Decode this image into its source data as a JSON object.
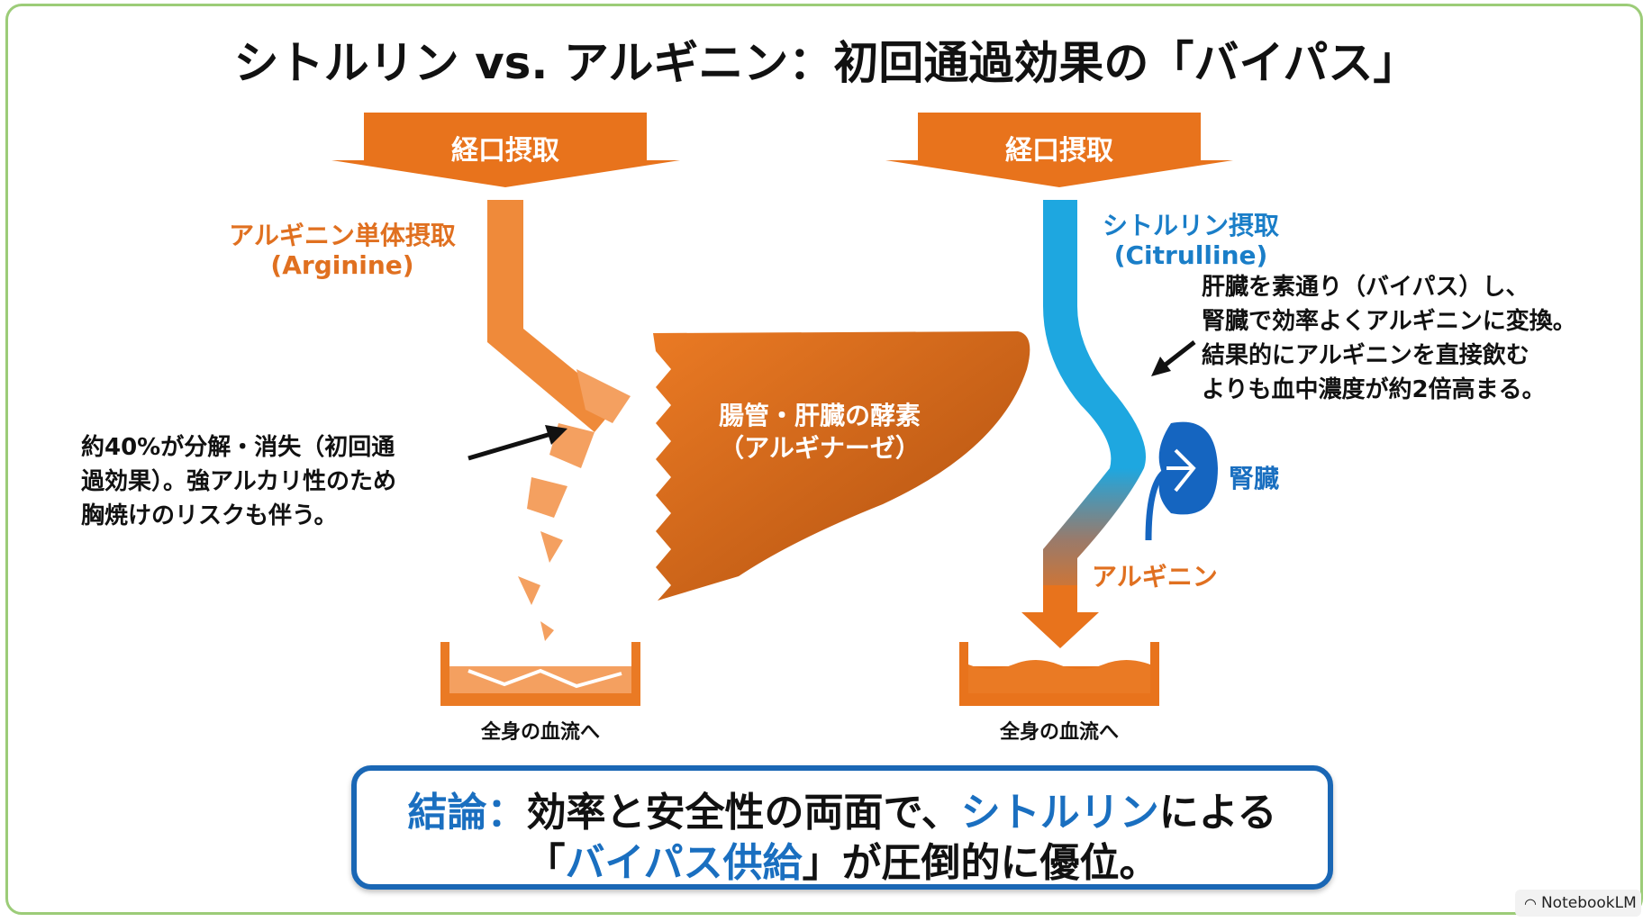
{
  "title": "シトルリン vs. アルギニン：初回通過効果の「バイパス」",
  "left": {
    "header": "経口摂取",
    "label": "アルギニン単体摂取",
    "label_en": "(Arginine)",
    "liver_label_1": "腸管・肝臓の酵素",
    "liver_label_2": "（アルギナーゼ）",
    "note": [
      "約40%が分解・消失（初回通",
      "過効果）。強アルカリ性のため",
      "胸焼けのリスクも伴う。"
    ],
    "destination": "全身の血流へ"
  },
  "right": {
    "header": "経口摂取",
    "label": "シトルリン摂取",
    "label_en": "(Citrulline)",
    "note": [
      "肝臓を素通り（バイパス）し、",
      "腎臓で効率よくアルギニンに変換。",
      "結果的にアルギニンを直接飲む",
      "よりも血中濃度が約2倍高まる。"
    ],
    "kidney_label": "腎臓",
    "converted_label": "アルギニン",
    "destination": "全身の血流へ"
  },
  "conclusion": {
    "prefix": "結論：",
    "line1_a": "効率と安全性の両面で、",
    "line1_b": "シトルリン",
    "line1_c": "による",
    "line2_a": "「",
    "line2_b": "バイパス供給",
    "line2_c": "」が圧倒的に優位。"
  },
  "badge": "NotebookLM",
  "colors": {
    "orange": "#e8731c",
    "liver": "#c45a14",
    "blue": "#1ea7e0",
    "kidney": "#1565c0",
    "accent_blue": "#1a6fc0"
  }
}
